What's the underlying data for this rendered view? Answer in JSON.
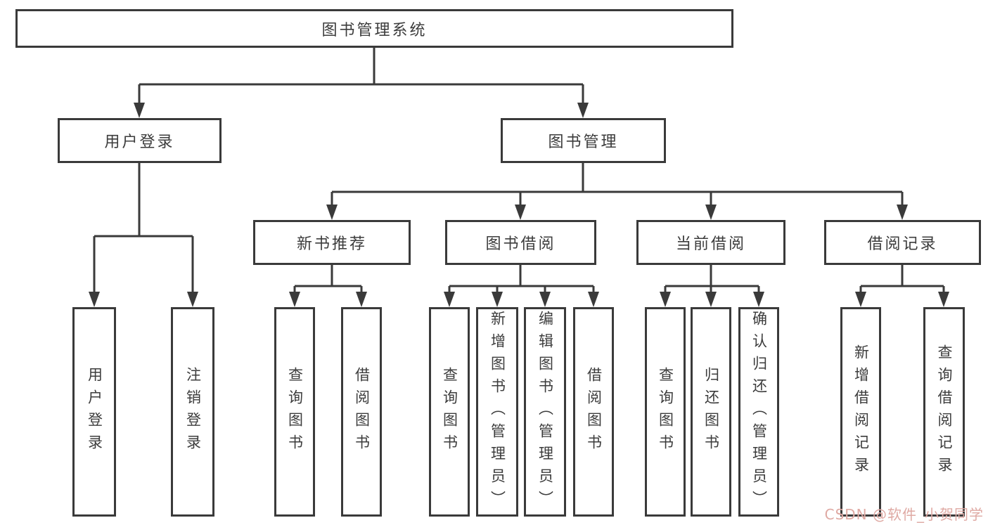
{
  "diagram": {
    "root": {
      "label": "图书管理系统"
    },
    "branches": [
      {
        "label": "用户登录",
        "children": [
          {
            "label": "用户登录"
          },
          {
            "label": "注销登录"
          }
        ]
      },
      {
        "label": "图书管理",
        "children": [
          {
            "label": "新书推荐",
            "children": [
              {
                "label": "查询图书"
              },
              {
                "label": "借阅图书"
              }
            ]
          },
          {
            "label": "图书借阅",
            "children": [
              {
                "label": "查询图书"
              },
              {
                "label": "新增图书（管理员）"
              },
              {
                "label": "编辑图书（管理员）"
              },
              {
                "label": "借阅图书"
              }
            ]
          },
          {
            "label": "当前借阅",
            "children": [
              {
                "label": "查询图书"
              },
              {
                "label": "归还图书"
              },
              {
                "label": "确认归还（管理员）"
              }
            ]
          },
          {
            "label": "借阅记录",
            "children": [
              {
                "label": "新增借阅记录"
              },
              {
                "label": "查询借阅记录"
              }
            ]
          }
        ]
      }
    ]
  },
  "watermark": {
    "text": "CSDN @软件_小贺同学"
  },
  "colors": {
    "line": "#3a3a3a",
    "border": "#3a3a3a",
    "text": "#3c3c3c",
    "background": "#ffffff",
    "watermark": "#dfa9a3"
  }
}
